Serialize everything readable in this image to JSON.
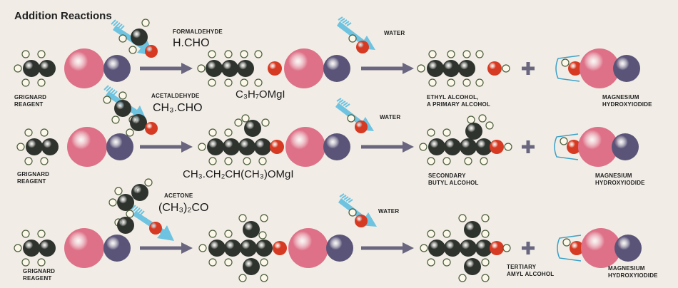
{
  "title": "Addition Reactions",
  "colors": {
    "carbon": "#2e332e",
    "hydrogen": "#fbf8ea",
    "oxygen": "#d63a22",
    "magnesium": "#de7188",
    "iodine": "#5a5478",
    "arrow": "#6a6680",
    "water_arrow": "#6ec3e0",
    "plus": "#6a6680"
  },
  "rows": [
    {
      "reagent": [
        "GRIGNARD",
        "REAGENT"
      ],
      "carbonyl_name": "FORMALDEHYDE",
      "carbonyl_formula": "H.CHO",
      "intermediate_formula": "C₃H₇OMgI",
      "water": "WATER",
      "alcohol": [
        "ETHYL ALCOHOL,",
        "A PRIMARY ALCOHOL"
      ],
      "byproduct": [
        "MAGNESIUM",
        "HYDROXYIODIDE"
      ]
    },
    {
      "reagent": [
        "GRIGNARD",
        "REAGENT"
      ],
      "carbonyl_name": "ACETALDEHYDE",
      "carbonyl_formula": "CH₃.CHO",
      "intermediate_formula": "CH₃.CH₂CH(CH₃)OMgI",
      "water": "WATER",
      "alcohol": [
        "SECONDARY",
        "BUTYL ALCOHOL"
      ],
      "byproduct": [
        "MAGNESIUM",
        "HYDROXYIODIDE"
      ]
    },
    {
      "reagent": [
        "GRIGNARD",
        "REAGENT"
      ],
      "carbonyl_name": "ACETONE",
      "carbonyl_formula": "(CH₃)₂CO",
      "water": "WATER",
      "alcohol": [
        "TERTIARY",
        "AMYL ALCOHOL"
      ],
      "byproduct": [
        "MAGNESIUM",
        "HYDROXYIODIDE"
      ]
    }
  ]
}
